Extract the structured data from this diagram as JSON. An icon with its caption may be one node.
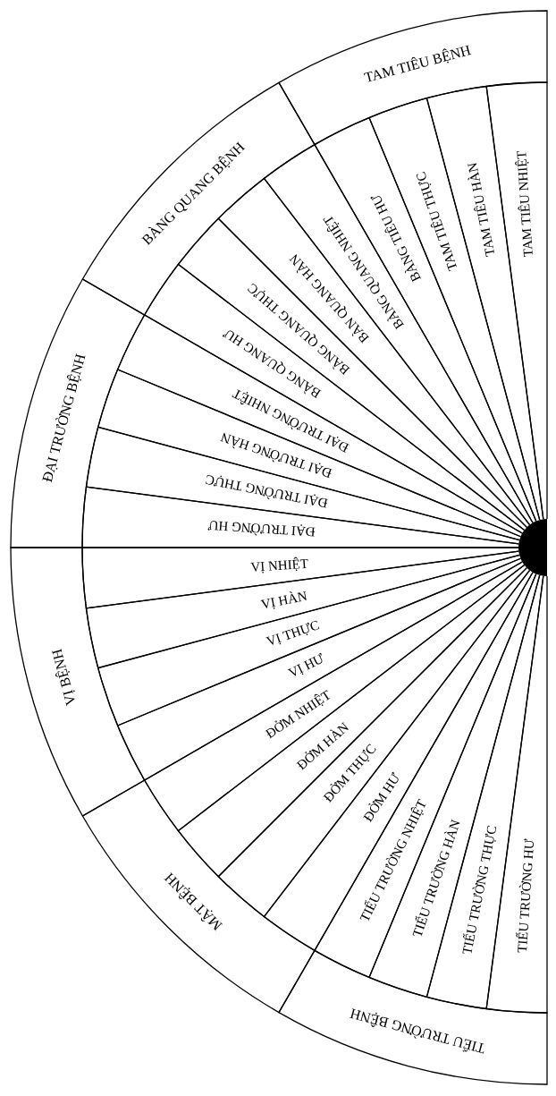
{
  "diagram": {
    "nodes": [
      {
        "text": [
          "TAM TIÊU BỆNH"
        ]
      },
      {
        "text": [
          "BÀNG QUANG BỆNH"
        ]
      },
      {
        "text": [
          "ĐẠI TRƯỜNG BỆNH"
        ]
      },
      {
        "text": [
          "VỊ BỆNH"
        ]
      },
      {
        "text": [
          "MẬT BỆNH"
        ]
      },
      {
        "text": [
          "TIỂU TRƯỜNG BỆNH"
        ]
      },
      {
        "text": [
          "TAM TIÊU NHIỆT"
        ]
      },
      {
        "text": [
          "TAM TIÊU HÀN"
        ]
      },
      {
        "text": [
          "TAM TIÊU THỰC"
        ]
      },
      {
        "text": [
          "BÀNG TIÊU HƯ"
        ]
      },
      {
        "text": [
          "BÀNG QUANG NHIỆT"
        ]
      },
      {
        "text": [
          "BÀN QUANG HÀN"
        ]
      },
      {
        "text": [
          "BÀNG QUANG THỰC"
        ]
      },
      {
        "text": [
          "BÀNG QUANG HƯ"
        ]
      },
      {
        "text": [
          "ĐẠI TRƯỜNG NHIỆT"
        ]
      },
      {
        "text": [
          "ĐẠI TRƯỜNG HÀN"
        ]
      },
      {
        "text": [
          "ĐẠI TRƯỜNG THỰC"
        ]
      },
      {
        "text": [
          "ĐẠI TRƯỜNG HƯ"
        ]
      },
      {
        "text": [
          "VỊ NHIỆT"
        ]
      },
      {
        "text": [
          "VỊ HÀN"
        ]
      },
      {
        "text": [
          "VỊ THỰC"
        ]
      },
      {
        "text": [
          "VỊ HƯ"
        ]
      },
      {
        "text": [
          "ĐỞM NHIỆT"
        ]
      },
      {
        "text": [
          "ĐỞM HÀN"
        ]
      },
      {
        "text": [
          "ĐỞM THỰC"
        ]
      },
      {
        "text": [
          "ĐỞM HƯ"
        ]
      },
      {
        "text": [
          "TIỂU TRƯỜNG NHIỆT"
        ]
      },
      {
        "text": [
          "TIỂU TRƯỜNG HÀN"
        ]
      },
      {
        "text": [
          "TIỂU TRƯỜNG THỰC"
        ]
      },
      {
        "text": [
          "TIỂU TRƯỜNG HƯ"
        ]
      }
    ]
  }
}
